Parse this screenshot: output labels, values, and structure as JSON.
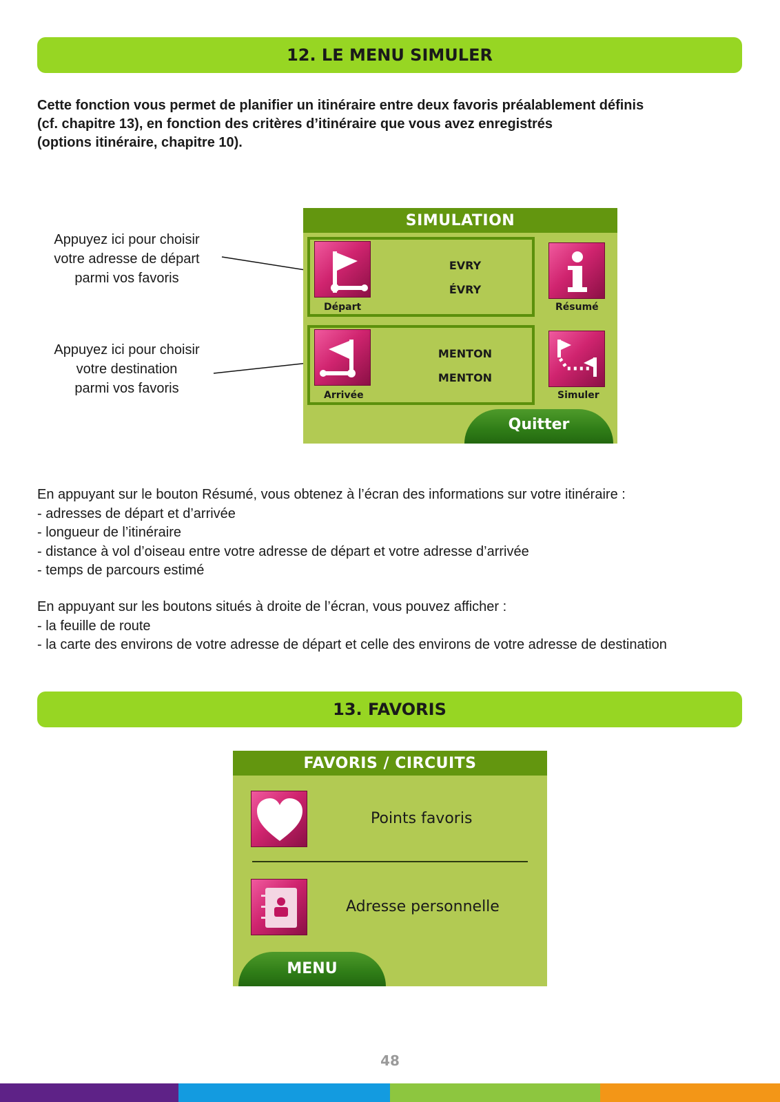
{
  "section1": {
    "title": "12. LE MENU SIMULER"
  },
  "intro": {
    "lines": [
      "Cette fonction vous permet de planifier un itinéraire entre deux favoris préalablement définis",
      "(cf. chapitre 13), en fonction des critères d’itinéraire que vous avez enregistrés",
      "(options itinéraire, chapitre 10)."
    ]
  },
  "callouts": {
    "depart": [
      "Appuyez ici pour choisir",
      "votre adresse de départ",
      "parmi vos favoris"
    ],
    "arrivee": [
      "Appuyez ici pour choisir",
      "votre destination",
      "parmi vos favoris"
    ]
  },
  "simulation_screen": {
    "title": "SIMULATION",
    "depart": {
      "label": "Départ",
      "line1": "EVRY",
      "line2": "ÉVRY",
      "icon": "start-flag-icon"
    },
    "arrivee": {
      "label": "Arrivée",
      "line1": "MENTON",
      "line2": "MENTON",
      "icon": "finish-flag-icon"
    },
    "resume": {
      "label": "Résumé",
      "icon": "info-icon"
    },
    "simuler": {
      "label": "Simuler",
      "icon": "route-icon"
    },
    "quit_label": "Quitter",
    "colors": {
      "background": "#b2ca53",
      "title_bar": "#63960f",
      "button_pink": "#d0246f"
    }
  },
  "paragraph1": {
    "lines": [
      "En appuyant sur le bouton Résumé, vous obtenez à l’écran des informations sur votre itinéraire :",
      "- adresses de départ et d’arrivée",
      "- longueur de l’itinéraire",
      "- distance à vol d’oiseau entre votre adresse de départ et votre adresse d’arrivée",
      "- temps de parcours estimé"
    ]
  },
  "paragraph2": {
    "lines": [
      "En appuyant sur les boutons situés à droite de l’écran, vous pouvez afficher :",
      "- la feuille de route",
      "- la carte des environs de votre adresse de départ et celle des environs de votre adresse de destination"
    ]
  },
  "section2": {
    "title": "13. FAVORIS"
  },
  "favoris_screen": {
    "title": "FAVORIS / CIRCUITS",
    "items": [
      {
        "label": "Points favoris",
        "icon": "heart-icon"
      },
      {
        "label": "Adresse personnelle",
        "icon": "address-book-icon"
      }
    ],
    "menu_label": "MENU"
  },
  "page_number": "48",
  "footer_colors": [
    "#5e2287",
    "#139be0",
    "#8dc63f",
    "#f39617"
  ]
}
